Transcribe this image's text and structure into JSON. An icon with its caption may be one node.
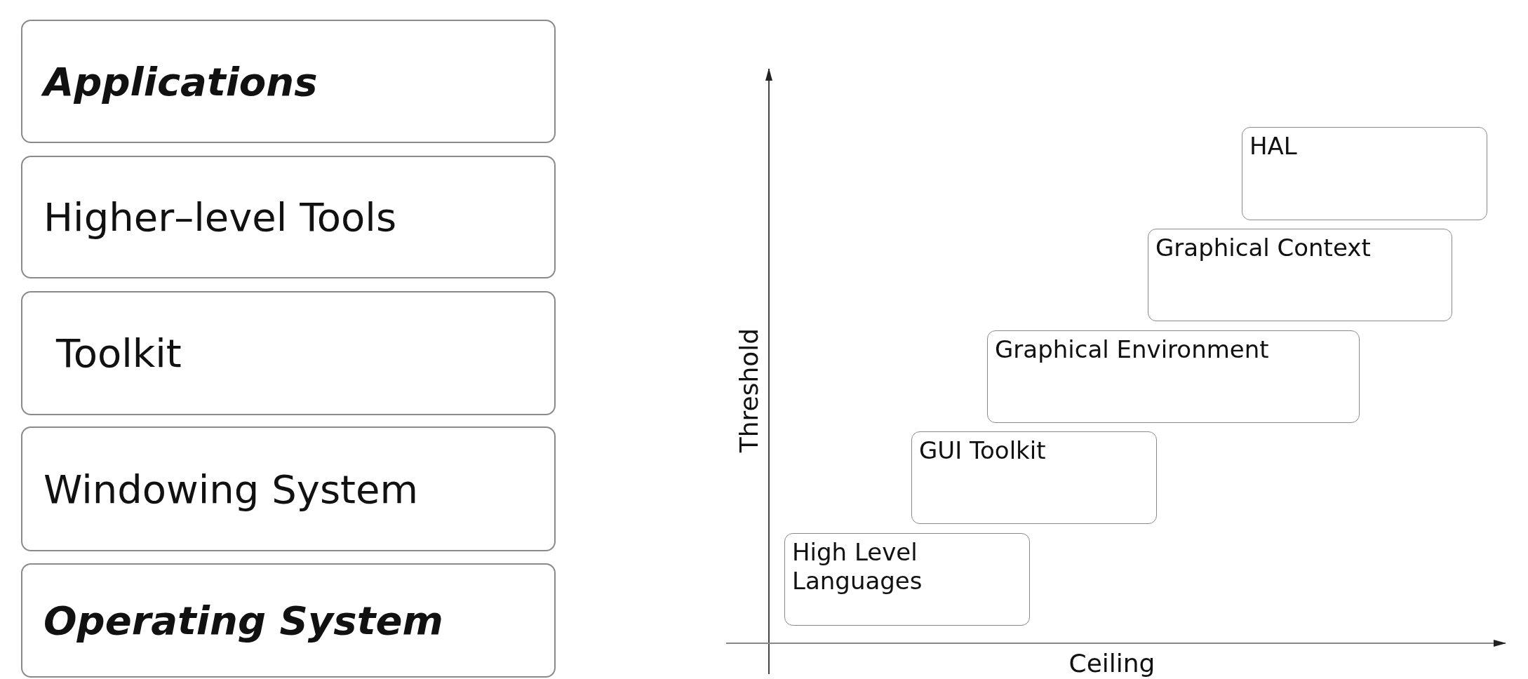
{
  "diagram": {
    "nodes": [
      {
        "text": [
          "Applications"
        ]
      },
      {
        "text": [
          "Higher–level Tools"
        ]
      },
      {
        "text": [
          "Toolkit"
        ]
      },
      {
        "text": [
          "Windowing System"
        ]
      },
      {
        "text": [
          "Operating System"
        ]
      },
      {
        "text": [
          "HAL"
        ]
      },
      {
        "text": [
          "Graphical Context"
        ]
      },
      {
        "text": [
          "Graphical Environment"
        ]
      },
      {
        "text": [
          "GUI Toolkit"
        ]
      },
      {
        "text": [
          "High Level Languages"
        ]
      }
    ],
    "labels": [
      "Threshold",
      "Ceiling"
    ]
  }
}
